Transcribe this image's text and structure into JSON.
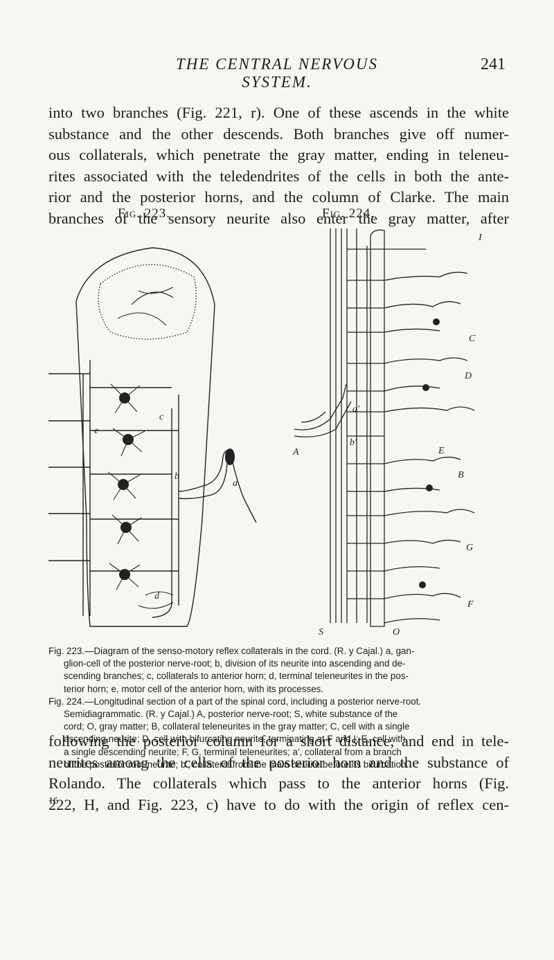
{
  "header": {
    "running_head": "THE CENTRAL NERVOUS SYSTEM.",
    "page_number": "241"
  },
  "text_top": [
    "into two branches (Fig. 221, r). One of these ascends in the white",
    "substance and the other descends. Both branches give off numer-",
    "ous collaterals, which penetrate the gray matter, ending in teleneu-",
    "rites associated with the teledendrites of the cells in both the ante-",
    "rior and the posterior horns, and the column of Clarke. The main",
    "branches of the sensory neurite also enter the gray matter, after"
  ],
  "figures": {
    "fig223": {
      "label": "Fig. 223.",
      "letters": {
        "a": "a",
        "b": "b",
        "c": "c",
        "d": "d",
        "e": "e"
      }
    },
    "fig224": {
      "label": "Fig. 224.",
      "letters": {
        "I": "I",
        "C": "C",
        "D": "D",
        "a2": "a'",
        "A": "A",
        "b2": "b'",
        "E": "E",
        "B": "B",
        "G": "G",
        "F": "F",
        "S": "S",
        "O": "O"
      }
    }
  },
  "caption": {
    "fig223": [
      "Fig. 223.—Diagram of the senso-motory reflex collaterals in the cord. (R. y Cajal.) a, gan-",
      "glion-cell of the posterior nerve-root; b, division of its neurite into ascending and de-",
      "scending branches; c, collaterals to anterior horn; d, terminal teleneurites in the pos-",
      "terior horn; e, motor cell of the anterior horn, with its processes."
    ],
    "fig224": [
      "Fig. 224.—Longitudinal section of a part of the spinal cord, including a posterior nerve-root.",
      "Semidiagrammatic. (R. y Cajal.) A, posterior nerve-root; S, white substance of the",
      "cord; O, gray matter; B, collateral teleneurites in the gray matter; C, cell with a single",
      "ascending neurite; D, cell with bifurcating neurite, terminating at F and I; E, cell with",
      "a single descending neurite; F, G, terminal teleneurites; a', collateral from a branch",
      "of the posterior root-neurite; b', collateral from the main neurite before its bifurcation."
    ]
  },
  "text_bottom": [
    "following the posterior column for a short distance, and end in tele-",
    "neurites among the cells of the posterior horn and the substance of",
    "Rolando. The collaterals which pass to the anterior horns (Fig.",
    "222, H, and Fig. 223, c) have to do with the origin of reflex cen-"
  ],
  "signature_mark": "16"
}
